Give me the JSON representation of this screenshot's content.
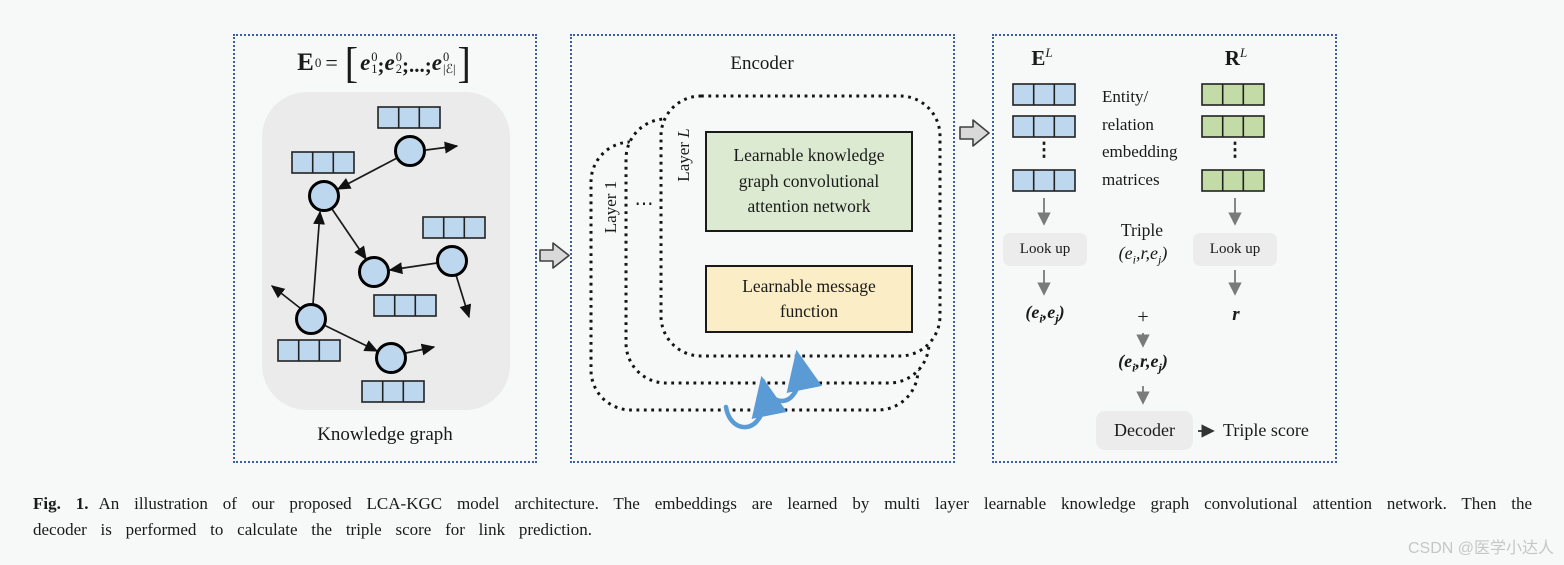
{
  "panel_kg": {
    "formula": {
      "lhs": "E",
      "lhs_sup": "0",
      "equals": "=",
      "lbracket": "[",
      "rbracket": "]",
      "terms": [
        {
          "base": "e",
          "sup": "0",
          "sub": "1",
          "sep": ";"
        },
        {
          "base": "e",
          "sup": "0",
          "sub": "2",
          "sep": ";...;"
        },
        {
          "base": "e",
          "sup": "0",
          "sub": "|ℰ|",
          "sep": ""
        }
      ]
    },
    "label": "Knowledge graph"
  },
  "panel_encoder": {
    "title": "Encoder",
    "layer_first": {
      "word": "Layer ",
      "var": "1"
    },
    "layer_last": {
      "word": "Layer ",
      "var": "L"
    },
    "dots": "⋯",
    "green_box": "Learnable knowledge graph convolutional attention network",
    "yellow_box": "Learnable message function"
  },
  "panel_decoder": {
    "e_matrix": {
      "base": "E",
      "sup": "L"
    },
    "r_matrix": {
      "base": "R",
      "sup": "L"
    },
    "matrices_caption": "Entity/ relation embedding matrices",
    "dots_left": "⋮",
    "dots_right": "⋮",
    "lookup_left": "Look up",
    "lookup_right": "Look up",
    "triple_word": "Triple",
    "triple_tuple": {
      "p1": "(e",
      "s1": "i",
      "p2": ",r,e",
      "s2": "j",
      "p3": ")"
    },
    "pair_tuple": {
      "p1": "(e",
      "s1": "i",
      "p2": ",e",
      "s2": "j",
      "p3": ")"
    },
    "plus": "+",
    "r_vector": "r",
    "sum_tuple": {
      "p1": "(e",
      "s1": "i",
      "p2": ",r,e",
      "s2": "j",
      "p3": ")"
    },
    "decoder_label": "Decoder",
    "triple_score_label": "Triple score"
  },
  "caption": {
    "label": "Fig. 1.",
    "text": "An illustration of our proposed LCA-KGC model architecture. The embeddings are learned by multi layer learnable knowledge graph convolutional attention network. Then the decoder is performed to calculate the triple score for link prediction."
  },
  "watermark": "CSDN @医学小达人",
  "colors": {
    "panel_border": "#3b5ea6",
    "entity_cell": "#bdd7ee",
    "relation_cell": "#c3dba6",
    "green_box": "#dcead2",
    "yellow_box": "#fbeec6",
    "kg_background": "#ebebeb",
    "chip_background": "#ececec",
    "swoosh_arrow": "#5b9bd5",
    "block_arrow": "#d9d9d9"
  }
}
